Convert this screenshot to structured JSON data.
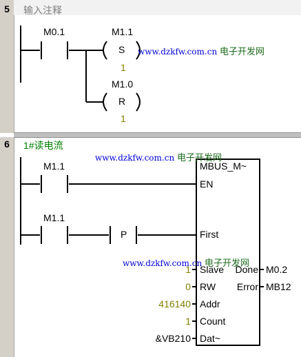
{
  "network5": {
    "number": "5",
    "comment": "输入注释",
    "contact_addr": "M0.1",
    "set_coil_addr": "M1.1",
    "set_coil_label": "S",
    "set_coil_count": "1",
    "reset_coil_addr": "M1.0",
    "reset_coil_label": "R",
    "reset_coil_count": "1"
  },
  "network6": {
    "number": "6",
    "comment": "1#读电流",
    "contact1_addr": "M1.1",
    "contact2_addr": "M1.1",
    "p_label": "P",
    "block": {
      "name": "MBUS_M~",
      "in_en": "EN",
      "in_first": "First",
      "in_slave": "Slave",
      "in_rw": "RW",
      "in_addr": "Addr",
      "in_count": "Count",
      "in_data": "Dat~",
      "out_done": "Done",
      "out_error": "Error",
      "val_slave": "1",
      "val_rw": "0",
      "val_addr": "416140",
      "val_count": "1",
      "val_data": "&VB210",
      "val_done": "M0.2",
      "val_error": "MB12"
    }
  },
  "watermark": {
    "url": "www.dzkfw.com.cn",
    "text": "电子开发网"
  },
  "colors": {
    "comment": "#808080",
    "comment6": "#008000",
    "value": "#808000",
    "watermark_url": "#0000d8",
    "watermark_text": "#1d6a1d"
  }
}
